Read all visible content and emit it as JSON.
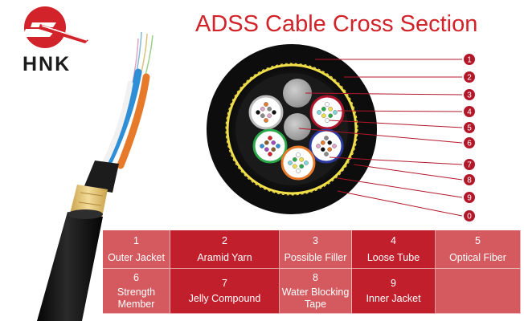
{
  "logo": {
    "text": "HNK",
    "colors": {
      "red": "#d2232a",
      "dark": "#1a1a1a"
    }
  },
  "title": "ADSS Cable Cross Section",
  "callouts": [
    {
      "num": "1"
    },
    {
      "num": "2"
    },
    {
      "num": "3"
    },
    {
      "num": "4"
    },
    {
      "num": "5"
    },
    {
      "num": "6"
    },
    {
      "num": "7"
    },
    {
      "num": "8"
    },
    {
      "num": "9"
    },
    {
      "num": "0"
    }
  ],
  "components": [
    {
      "num": "1",
      "label": "Outer Jacket"
    },
    {
      "num": "2",
      "label": "Aramid Yarn"
    },
    {
      "num": "3",
      "label": "Possible Filler"
    },
    {
      "num": "4",
      "label": "Loose Tube"
    },
    {
      "num": "5",
      "label": "Optical Fiber"
    },
    {
      "num": "6",
      "label": "Strength Member"
    },
    {
      "num": "7",
      "label": "Jelly Compound"
    },
    {
      "num": "8",
      "label": "Water Blocking Tape"
    },
    {
      "num": "9",
      "label": "Inner Jacket"
    },
    {
      "num": "",
      "label": ""
    }
  ],
  "colors": {
    "accent": "#d2232a",
    "table_light": "#d45a5f",
    "table_dark": "#c21f2c",
    "callout_line": "#b3182a",
    "jacket": "#111111",
    "yarn": "#f2e04a"
  }
}
